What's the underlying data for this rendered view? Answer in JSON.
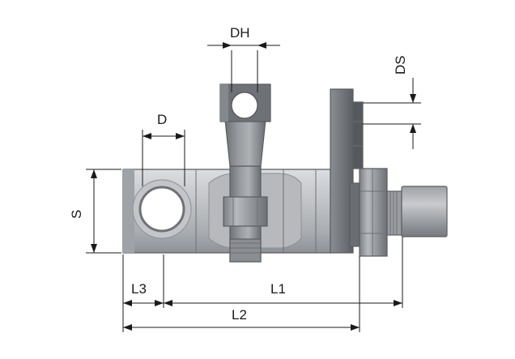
{
  "dimensions": {
    "DH": "DH",
    "DS": "DS",
    "D": "D",
    "S": "S",
    "L3": "L3",
    "L1": "L1",
    "L2": "L2"
  },
  "colors": {
    "metal_light": "#c9cbce",
    "metal_mid": "#a9acb0",
    "metal_dark": "#7d8085",
    "metal_darker": "#5f6267",
    "line": "#1a1a1a"
  }
}
